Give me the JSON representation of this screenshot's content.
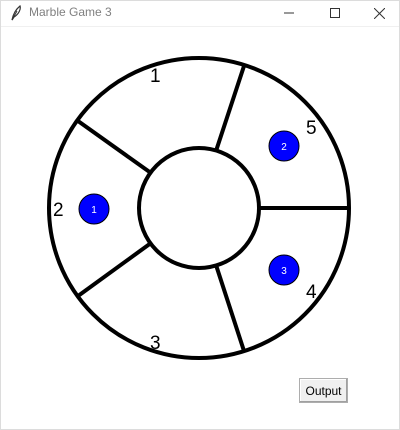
{
  "window": {
    "title": "Marble Game 3",
    "controls": [
      "minimize",
      "maximize",
      "close"
    ]
  },
  "board": {
    "segment_labels": [
      "1",
      "2",
      "3",
      "4",
      "5"
    ],
    "marbles": [
      {
        "label": "1",
        "segment": "2"
      },
      {
        "label": "2",
        "segment": "5"
      },
      {
        "label": "3",
        "segment": "4"
      }
    ],
    "colors": {
      "marble": "#0000ff",
      "marble_text": "#ffffff",
      "outline": "#000000",
      "background": "#ffffff"
    }
  },
  "output_button": {
    "label": "Output"
  }
}
